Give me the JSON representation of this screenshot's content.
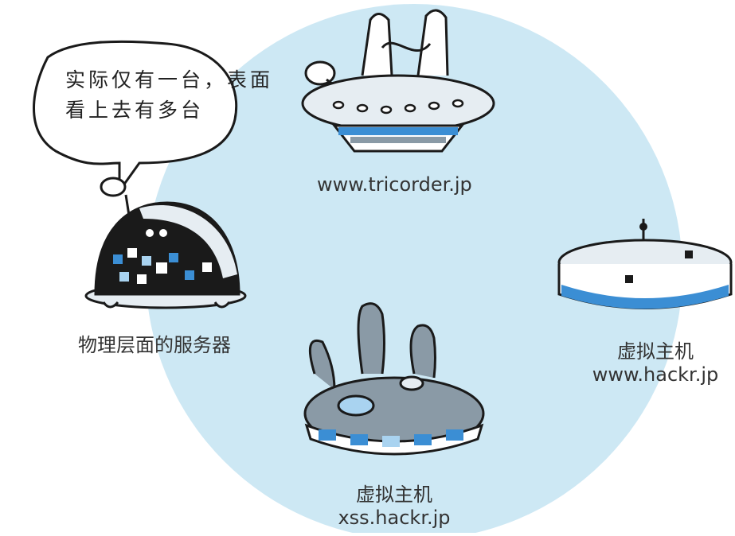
{
  "speech_bubble": {
    "line1": "实际仅有一台，表面",
    "line2": "看上去有多台"
  },
  "physical_server": {
    "label": "物理层面的服务器"
  },
  "virtual_hosts": [
    {
      "kind": "",
      "domain": "www.tricorder.jp"
    },
    {
      "kind": "虚拟主机",
      "domain": "www.hackr.jp"
    },
    {
      "kind": "虚拟主机",
      "domain": "xss.hackr.jp"
    }
  ],
  "colors": {
    "circle": "#cde8f4",
    "accent_blue": "#3b8ed4",
    "light_blue": "#a9d3f0",
    "ship_grey": "#e6edf2",
    "ship_dark_grey": "#8a9aa6",
    "outline": "#1a1a1a"
  }
}
